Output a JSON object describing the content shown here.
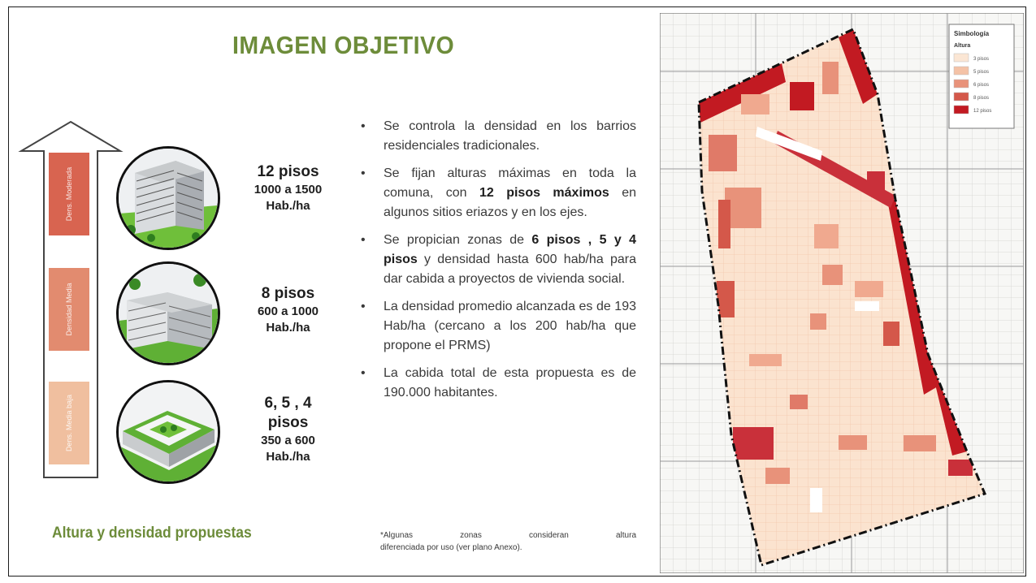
{
  "title": "IMAGEN OBJETIVO",
  "subtitle": "Altura y densidad propuestas",
  "density_bands": [
    {
      "label": "Dens. Moderada",
      "color": "#d86450"
    },
    {
      "label": "Densidad Media",
      "color": "#e28b6f"
    },
    {
      "label": "Dens. Media baja",
      "color": "#f0bf9f"
    }
  ],
  "levels": [
    {
      "floors": "12 pisos",
      "density": "1000 a 1500",
      "unit": "Hab./ha"
    },
    {
      "floors": "8 pisos",
      "density": "600 a 1000",
      "unit": "Hab./ha"
    },
    {
      "floors": "6, 5 , 4",
      "floors2": "pisos",
      "density": "350 a 600",
      "unit": "Hab./ha"
    }
  ],
  "bullets": [
    {
      "text": "Se controla la densidad en los barrios residenciales tradicionales."
    },
    {
      "pre": "Se fijan alturas máximas en toda la comuna, con ",
      "bold": "12 pisos máximos",
      "post": " en algunos sitios eriazos y en los ejes."
    },
    {
      "pre": "Se propician zonas de ",
      "bold": "6 pisos , 5 y 4 pisos",
      "post": " y densidad hasta 600 hab/ha para dar cabida a proyectos de vivienda social."
    },
    {
      "text": "La densidad promedio alcanzada es de 193 Hab/ha (cercano a los 200 hab/ha que propone el PRMS)"
    },
    {
      "text": "La cabida total de esta propuesta es de 190.000 habitantes."
    }
  ],
  "note": {
    "line1": "*Algunas zonas consideran altura",
    "line2": "diferenciada por uso (ver plano Anexo)."
  },
  "map_legend": {
    "title": "Simbología",
    "subtitle": "Altura",
    "items": [
      {
        "label": "3 pisos",
        "color": "#fbe6d4"
      },
      {
        "label": "5 pisos",
        "color": "#f4c2a6"
      },
      {
        "label": "6 pisos",
        "color": "#e8927a"
      },
      {
        "label": "8 pisos",
        "color": "#d4584a"
      },
      {
        "label": "12 pisos",
        "color": "#c21a22"
      }
    ]
  },
  "colors": {
    "title_green": "#6d8c3a",
    "boundary": "#111111"
  }
}
